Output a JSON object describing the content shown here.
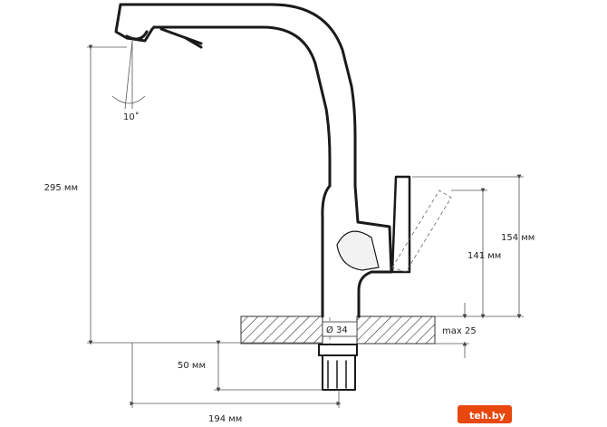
{
  "dimensions": {
    "angle": "10˚",
    "height_total": "295 мм",
    "lever_height_1": "154 мм",
    "lever_height_2": "141 мм",
    "diameter": "Ø 34",
    "max_thickness": "max 25",
    "thread_length": "50 мм",
    "reach": "194 мм"
  },
  "watermark": {
    "text": "teh.by"
  },
  "colors": {
    "line": "#1a1a1a",
    "dimension": "#555555",
    "watermark_bg": "#e8470e"
  }
}
